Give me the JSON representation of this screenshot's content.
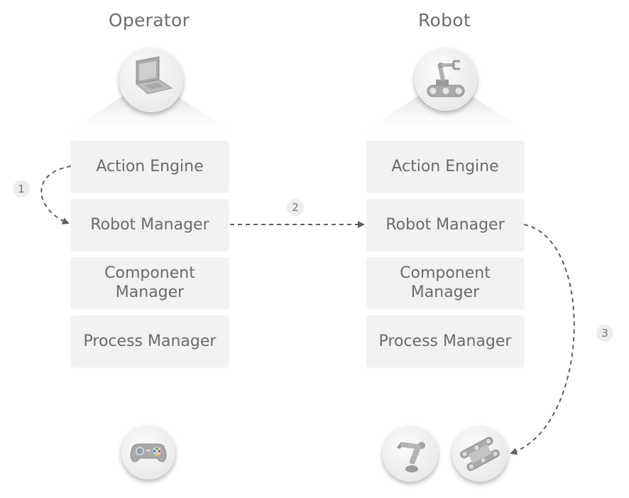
{
  "columns": {
    "operator": {
      "title": "Operator",
      "boxes": [
        "Action Engine",
        "Robot Manager",
        "Component Manager",
        "Process Manager"
      ],
      "top_icon": "laptop-icon",
      "bottom_icons": [
        "gamepad-icon"
      ]
    },
    "robot": {
      "title": "Robot",
      "boxes": [
        "Action Engine",
        "Robot Manager",
        "Component Manager",
        "Process Manager"
      ],
      "top_icon": "robot-arm-conveyor-icon",
      "bottom_icons": [
        "robotic-arm-icon",
        "tracked-base-icon"
      ]
    }
  },
  "steps": [
    "1",
    "2",
    "3"
  ],
  "colors": {
    "box_fill": "#f2f2f2",
    "text": "#6b6b6b",
    "arrow": "#606060",
    "icon_gray": "#a9a9a9"
  }
}
